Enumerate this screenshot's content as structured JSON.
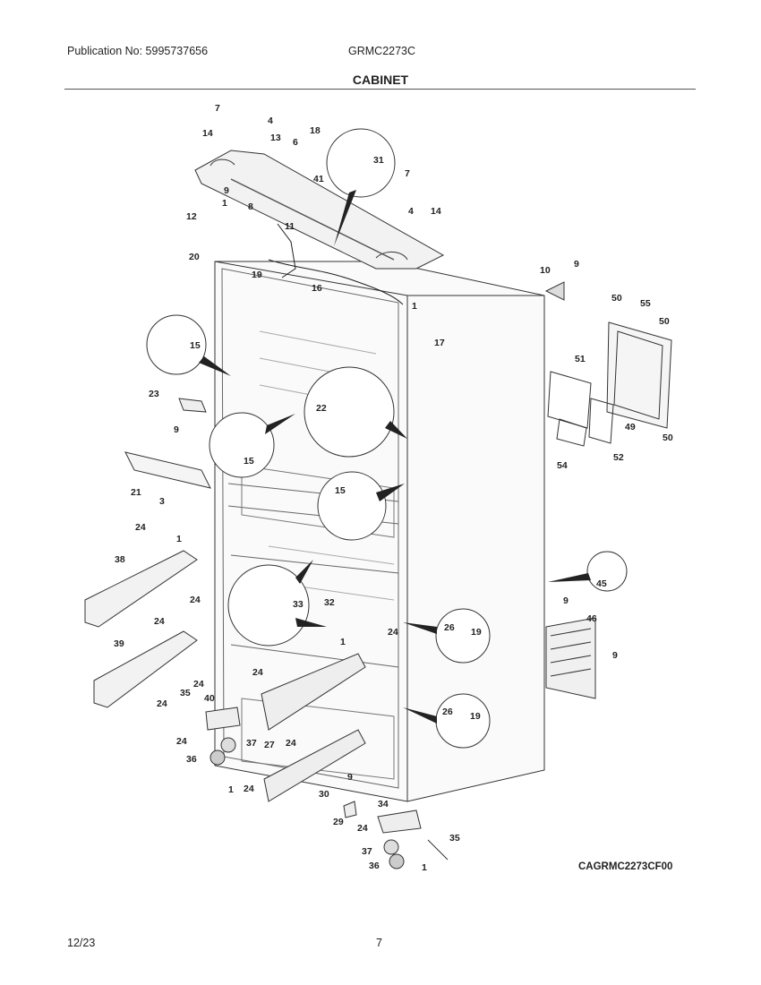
{
  "header": {
    "publication": "Publication No: 5995737656",
    "model": "GRMC2273C",
    "section_title": "CABINET"
  },
  "footer": {
    "date": "12/23",
    "page_number": "7"
  },
  "figure_code": "CAGRMC2273CF00",
  "part_labels": [
    "7",
    "4",
    "14",
    "13",
    "6",
    "18",
    "31",
    "7",
    "9",
    "8",
    "41",
    "4",
    "14",
    "12",
    "1",
    "11",
    "20",
    "19",
    "16",
    "10",
    "9",
    "1",
    "17",
    "50",
    "55",
    "50",
    "15",
    "51",
    "22",
    "23",
    "9",
    "49",
    "15",
    "50",
    "54",
    "52",
    "21",
    "15",
    "3",
    "24",
    "1",
    "45",
    "38",
    "24",
    "24",
    "33",
    "32",
    "24",
    "26",
    "19",
    "9",
    "46",
    "9",
    "39",
    "24",
    "24",
    "24",
    "1",
    "35",
    "40",
    "24",
    "37",
    "27",
    "24",
    "26",
    "19",
    "36",
    "24",
    "9",
    "1",
    "30",
    "34",
    "29",
    "24",
    "35",
    "37",
    "36",
    "1"
  ]
}
